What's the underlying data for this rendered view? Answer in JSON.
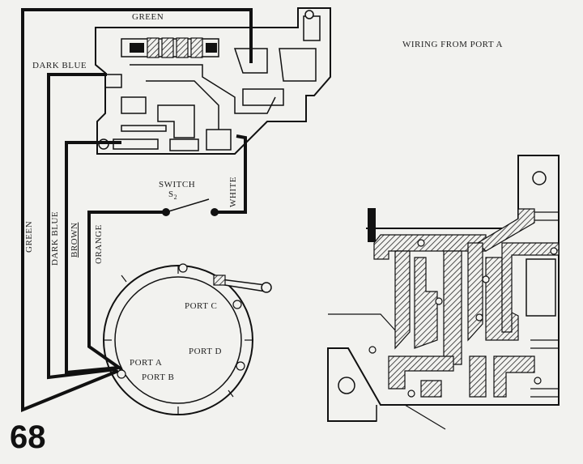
{
  "title": "WIRING FROM PORT A",
  "page_number": "68",
  "wires": {
    "green_top": "GREEN",
    "dark_blue_top": "DARK BLUE",
    "green_side": "GREEN",
    "dark_blue_side": "DARK BLUE",
    "brown": "BROWN",
    "orange": "ORANGE",
    "white": "WHITE"
  },
  "switch": {
    "label": "SWITCH",
    "name": "S",
    "sub": "2"
  },
  "ports": {
    "a": "PORT A",
    "b": "PORT B",
    "c": "PORT C",
    "d": "PORT D"
  }
}
